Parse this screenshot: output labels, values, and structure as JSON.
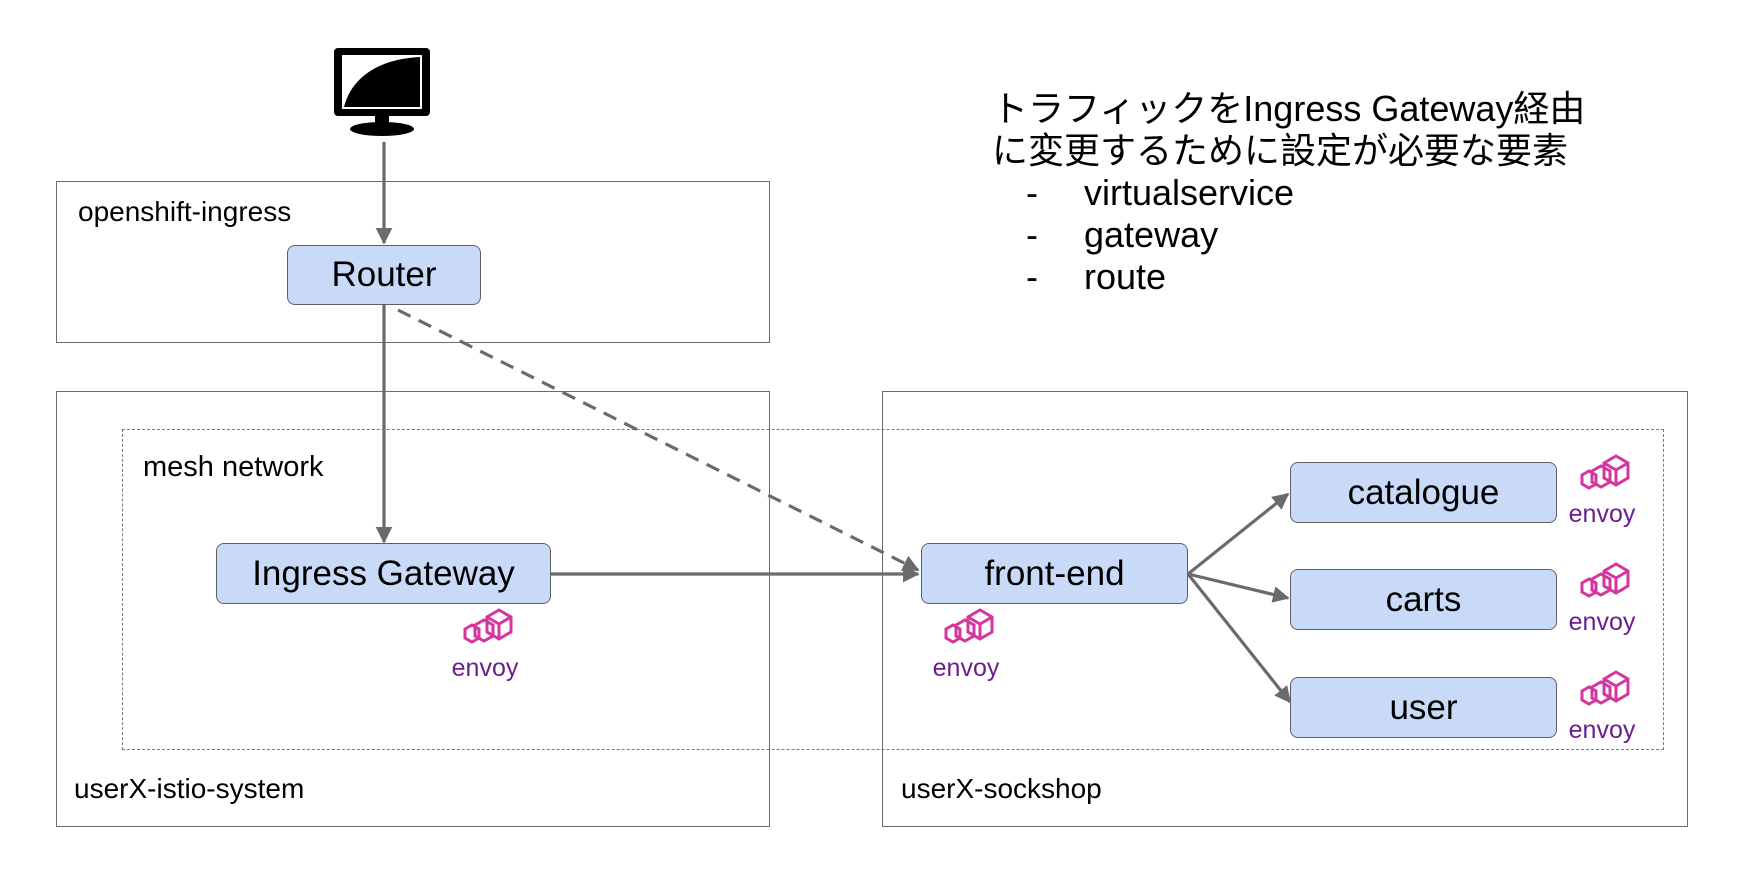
{
  "zones": {
    "openshift_ingress": "openshift-ingress",
    "istio_system": "userX-istio-system",
    "sockshop": "userX-sockshop",
    "mesh": "mesh network"
  },
  "nodes": {
    "router": "Router",
    "ingress_gateway": "Ingress Gateway",
    "front_end": "front-end",
    "catalogue": "catalogue",
    "carts": "carts",
    "user": "user"
  },
  "sidecar_label": "envoy",
  "note": {
    "line1": "トラフィックをIngress Gateway経由",
    "line2": "に変更するために設定が必要な要素",
    "bullet": "-",
    "items": [
      "virtualservice",
      "gateway",
      "route"
    ]
  },
  "colors": {
    "node_fill": "#c9daf8",
    "arrow": "#6b6b6b",
    "envoy_magenta": "#d4369e",
    "envoy_purple": "#6b1f8c"
  }
}
